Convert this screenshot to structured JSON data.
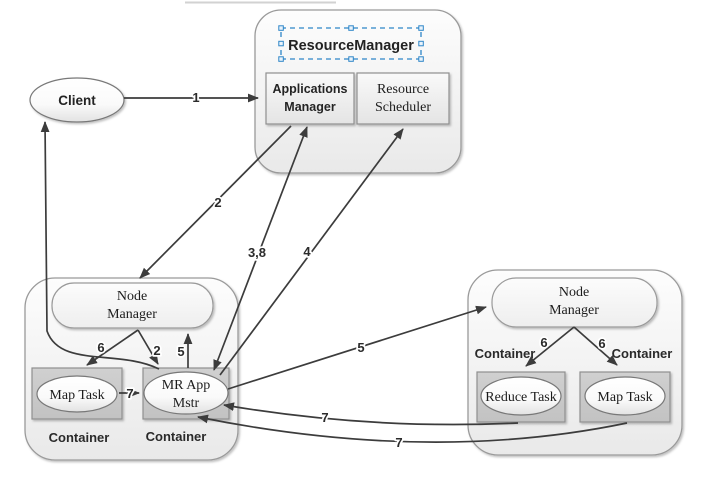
{
  "colors": {
    "selection_blue": "#2e86c8",
    "arrow": "#3c3c3c",
    "container_gray": "#c8c8c8",
    "background": "#ffffff"
  },
  "nodes": {
    "client": {
      "label": "Client"
    },
    "resource_manager": {
      "label": "ResourceManager"
    },
    "applications_manager": {
      "line1": "Applications",
      "line2": "Manager"
    },
    "resource_scheduler": {
      "line1": "Resource",
      "line2": "Scheduler"
    },
    "node_manager_left": {
      "line1": "Node",
      "line2": "Manager"
    },
    "node_manager_right": {
      "line1": "Node",
      "line2": "Manager"
    },
    "map_task_left": {
      "label": "Map Task"
    },
    "mr_app_mstr": {
      "line1": "MR App",
      "line2": "Mstr"
    },
    "reduce_task": {
      "label": "Reduce Task"
    },
    "map_task_right": {
      "label": "Map Task"
    }
  },
  "container_labels": {
    "left_map": "Container",
    "left_mr": "Container",
    "right_reduce": "Container",
    "right_map": "Container"
  },
  "edge_labels": {
    "step1": "1",
    "step2_am_to_nm": "2",
    "step2_nm_to_mr": "2",
    "step3_8": "3,8",
    "step4": "4",
    "step5_vertical": "5",
    "step5_to_right_nm": "5",
    "step6_left": "6",
    "step6_right_reduce": "6",
    "step6_right_map": "6",
    "step7_map_to_mr": "7",
    "step7_reduce_to_mr": "7",
    "step7_rightmap_to_mr": "7"
  }
}
